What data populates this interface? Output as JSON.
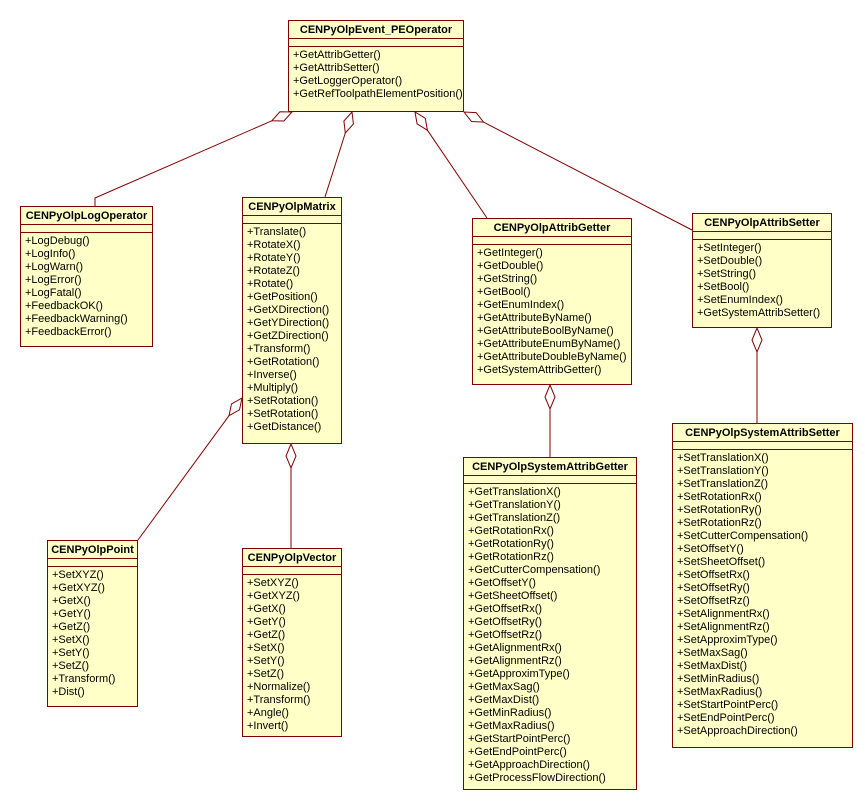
{
  "diagram": {
    "type": "uml-class-diagram",
    "colors": {
      "box_fill": "#FFFFC8",
      "line": "#800000",
      "text": "#000000",
      "background": "#FFFFFF"
    },
    "classes": {
      "event_peoperator": {
        "name": "CENPyOlpEvent_PEOperator",
        "methods": [
          "+GetAttribGetter()",
          "+GetAttribSetter()",
          "+GetLoggerOperator()",
          "+GetRefToolpathElementPosition()"
        ]
      },
      "log_operator": {
        "name": "CENPyOlpLogOperator",
        "methods": [
          "+LogDebug()",
          "+LogInfo()",
          "+LogWarn()",
          "+LogError()",
          "+LogFatal()",
          "+FeedbackOK()",
          "+FeedbackWarning()",
          "+FeedbackError()"
        ]
      },
      "matrix": {
        "name": "CENPyOlpMatrix",
        "methods": [
          "+Translate()",
          "+RotateX()",
          "+RotateY()",
          "+RotateZ()",
          "+Rotate()",
          "+GetPosition()",
          "+GetXDirection()",
          "+GetYDirection()",
          "+GetZDirection()",
          "+Transform()",
          "+GetRotation()",
          "+Inverse()",
          "+Multiply()",
          "+SetRotation()",
          "+SetRotation()",
          "+GetDistance()"
        ]
      },
      "attrib_getter": {
        "name": "CENPyOlpAttribGetter",
        "methods": [
          "+GetInteger()",
          "+GetDouble()",
          "+GetString()",
          "+GetBool()",
          "+GetEnumIndex()",
          "+GetAttributeByName()",
          "+GetAttributeBoolByName()",
          "+GetAttributeEnumByName()",
          "+GetAttributeDoubleByName()",
          "+GetSystemAttribGetter()"
        ]
      },
      "attrib_setter": {
        "name": "CENPyOlpAttribSetter",
        "methods": [
          "+SetInteger()",
          "+SetDouble()",
          "+SetString()",
          "+SetBool()",
          "+SetEnumIndex()",
          "+GetSystemAttribSetter()"
        ]
      },
      "point": {
        "name": "CENPyOlpPoint",
        "methods": [
          "+SetXYZ()",
          "+GetXYZ()",
          "+GetX()",
          "+GetY()",
          "+GetZ()",
          "+SetX()",
          "+SetY()",
          "+SetZ()",
          "+Transform()",
          "+Dist()"
        ]
      },
      "vector": {
        "name": "CENPyOlpVector",
        "methods": [
          "+SetXYZ()",
          "+GetXYZ()",
          "+GetX()",
          "+GetY()",
          "+GetZ()",
          "+SetX()",
          "+SetY()",
          "+SetZ()",
          "+Normalize()",
          "+Transform()",
          "+Angle()",
          "+Invert()"
        ]
      },
      "system_attrib_getter": {
        "name": "CENPyOlpSystemAttribGetter",
        "methods": [
          "+GetTranslationX()",
          "+GetTranslationY()",
          "+GetTranslationZ()",
          "+GetRotationRx()",
          "+GetRotationRy()",
          "+GetRotationRz()",
          "+GetCutterCompensation()",
          "+GetOffsetY()",
          "+GetSheetOffset()",
          "+GetOffsetRx()",
          "+GetOffsetRy()",
          "+GetOffsetRz()",
          "+GetAlignmentRx()",
          "+GetAlignmentRz()",
          "+GetApproximType()",
          "+GetMaxSag()",
          "+GetMaxDist()",
          "+GetMinRadius()",
          "+GetMaxRadius()",
          "+GetStartPointPerc()",
          "+GetEndPointPerc()",
          "+GetApproachDirection()",
          "+GetProcessFlowDirection()"
        ]
      },
      "system_attrib_setter": {
        "name": "CENPyOlpSystemAttribSetter",
        "methods": [
          "+SetTranslationX()",
          "+SetTranslationY()",
          "+SetTranslationZ()",
          "+SetRotationRx()",
          "+SetRotationRy()",
          "+SetRotationRz()",
          "+SetCutterCompensation()",
          "+SetOffsetY()",
          "+SetSheetOffset()",
          "+SetOffsetRx()",
          "+SetOffsetRy()",
          "+SetOffsetRz()",
          "+SetAlignmentRx()",
          "+SetAlignmentRz()",
          "+SetApproximType()",
          "+SetMaxSag()",
          "+SetMaxDist()",
          "+SetMinRadius()",
          "+SetMaxRadius()",
          "+SetStartPointPerc()",
          "+SetEndPointPerc()",
          "+SetApproachDirection()"
        ]
      }
    },
    "relations": [
      {
        "from": "CENPyOlpEvent_PEOperator",
        "to": "CENPyOlpLogOperator",
        "type": "aggregation"
      },
      {
        "from": "CENPyOlpEvent_PEOperator",
        "to": "CENPyOlpMatrix",
        "type": "aggregation"
      },
      {
        "from": "CENPyOlpEvent_PEOperator",
        "to": "CENPyOlpAttribGetter",
        "type": "aggregation"
      },
      {
        "from": "CENPyOlpEvent_PEOperator",
        "to": "CENPyOlpAttribSetter",
        "type": "aggregation"
      },
      {
        "from": "CENPyOlpMatrix",
        "to": "CENPyOlpPoint",
        "type": "aggregation"
      },
      {
        "from": "CENPyOlpMatrix",
        "to": "CENPyOlpVector",
        "type": "aggregation"
      },
      {
        "from": "CENPyOlpAttribGetter",
        "to": "CENPyOlpSystemAttribGetter",
        "type": "aggregation"
      },
      {
        "from": "CENPyOlpAttribSetter",
        "to": "CENPyOlpSystemAttribSetter",
        "type": "aggregation"
      }
    ]
  }
}
